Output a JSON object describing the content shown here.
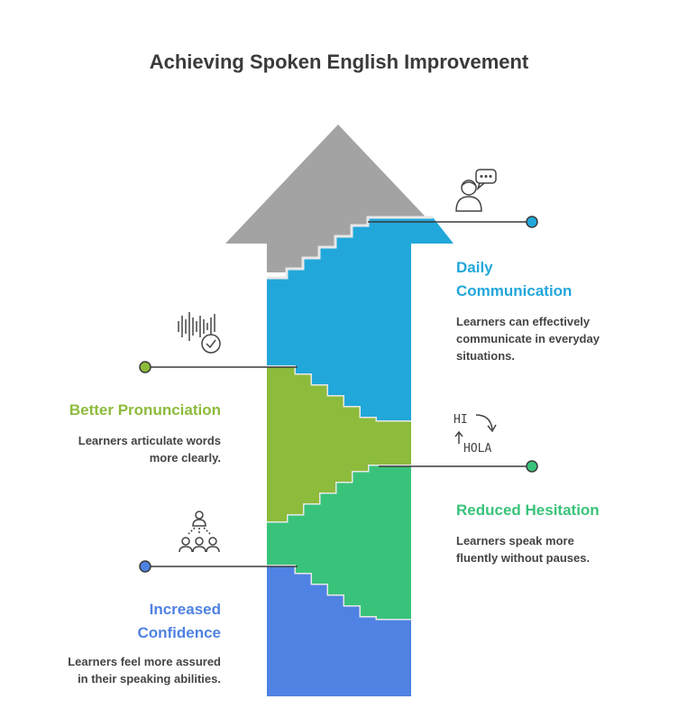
{
  "title": "Achieving Spoken English Improvement",
  "colors": {
    "arrow_gray": "#a3a3a3",
    "daily": "#22a7db",
    "pronunciation": "#8dbb3c",
    "hesitation": "#39c37a",
    "confidence": "#4f82e2",
    "connector": "#3a3a3a",
    "text": "#444444"
  },
  "stages": {
    "daily": {
      "title_line1": "Daily",
      "title_line2": "Communication",
      "desc_line1": "Learners can effectively",
      "desc_line2": "communicate in everyday",
      "desc_line3": "situations.",
      "icon": "person-speech-bubble-icon"
    },
    "pronunciation": {
      "title": "Better Pronunciation",
      "desc_line1": "Learners articulate words",
      "desc_line2": "more clearly.",
      "icon": "soundwave-check-icon"
    },
    "hesitation": {
      "title": "Reduced Hesitation",
      "desc_line1": "Learners speak more",
      "desc_line2": "fluently without pauses.",
      "icon": "translate-hi-hola-icon",
      "icon_text_1": "HI",
      "icon_text_2": "HOLA"
    },
    "confidence": {
      "title_line1": "Increased",
      "title_line2": "Confidence",
      "desc_line1": "Learners feel more assured",
      "desc_line2": "in their speaking abilities.",
      "icon": "audience-icon"
    }
  }
}
